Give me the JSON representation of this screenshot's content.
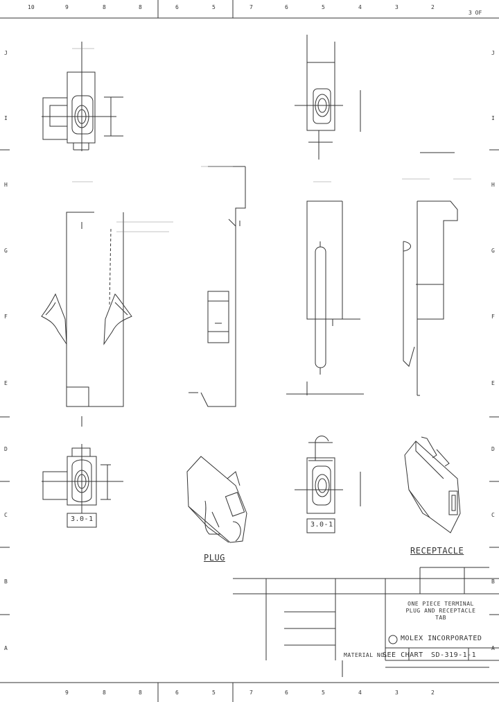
{
  "border": {
    "top_columns": [
      "10",
      "9",
      "8",
      "8",
      "6",
      "5",
      "7",
      "6",
      "5",
      "4",
      "3",
      "2"
    ],
    "bottom_columns": [
      "9",
      "8",
      "8",
      "6",
      "5",
      "7",
      "6",
      "5",
      "4",
      "3",
      "2"
    ],
    "left_rows": [
      "J",
      "I",
      "H",
      "G",
      "F",
      "E",
      "D",
      "C",
      "B",
      "A"
    ],
    "right_rows": [
      "J",
      "I",
      "H",
      "G",
      "F",
      "E",
      "D",
      "C",
      "B",
      "A"
    ],
    "sheet_no": "3 OF"
  },
  "view_labels": {
    "plug": "PLUG",
    "receptacle": "RECEPTACLE",
    "plug_end_mark": "3.0-1",
    "receptacle_end_mark": "3.0-1"
  },
  "title_block": {
    "company": "MOLEX INCORPORATED",
    "see_chart": "SEE CHART",
    "doc_number": "SD-319-1-1",
    "material": "MATERIAL NO.",
    "title_lines": [
      "ONE PIECE TERMINAL",
      "PLUG AND RECEPTACLE",
      "TAB"
    ]
  }
}
